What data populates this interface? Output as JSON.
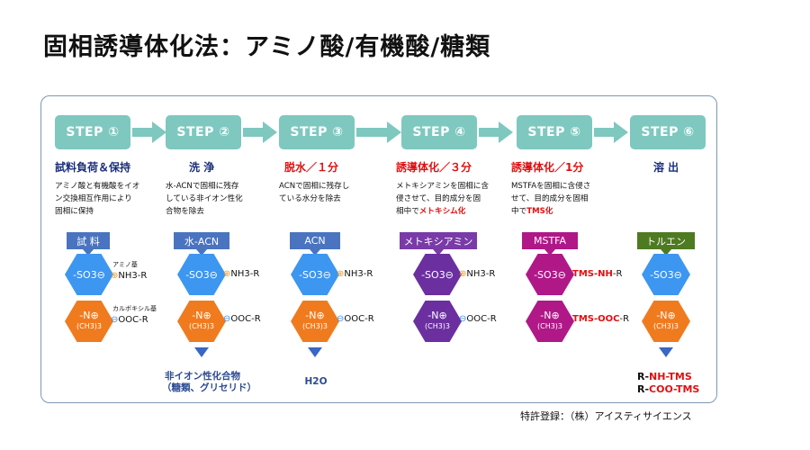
{
  "title": "固相誘導体化法：アミノ酸/有機酸/糖類",
  "footer": "特許登録：（株）アイスティサイエンス",
  "colors": {
    "step_bg": "#7ec8c0",
    "heading_blue": "#1b2f7a",
    "heading_red": "#e01010",
    "hex_blue": "#3d96f0",
    "hex_orange": "#f07b1f",
    "hex_purple": "#6b2fa0",
    "hex_magenta": "#b01888",
    "tag_blue": "#4a74bf",
    "tag_purple": "#7a3aa8",
    "tag_magenta": "#b01888",
    "tag_green": "#4e7a22"
  },
  "steps": [
    {
      "label": "STEP ①",
      "heading": "試料負荷＆保持",
      "desc": [
        "アミノ酸と有機酸をイオ",
        "ン交換相互作用により",
        "固相に保持"
      ],
      "tag": "試 料",
      "hex_top": "-SO3⊖",
      "hex_bot_main": "-N⊕",
      "hex_bot_sub": "(CH3)3",
      "note_top": "アミノ基",
      "label_top_sign": "⊕",
      "label_top": "NH3-R",
      "note_bot": "カルボキシル基",
      "label_bot_sign": "⊖",
      "label_bot": "OOC-R"
    },
    {
      "label": "STEP ②",
      "heading": "洗 浄",
      "desc": [
        "水-ACNで固相に残存",
        "している非イオン性化",
        "合物を除去"
      ],
      "tag": "水-ACN",
      "hex_top": "-SO3⊖",
      "hex_bot_main": "-N⊕",
      "hex_bot_sub": "(CH3)3",
      "label_top_sign": "⊕",
      "label_top": "NH3-R",
      "label_bot_sign": "⊖",
      "label_bot": "OOC-R",
      "result": [
        "非イオン性化合物",
        "（糖類、グリセリド）"
      ]
    },
    {
      "label": "STEP ③",
      "heading": "脱水／１分",
      "desc": [
        "ACNで固相に残存し",
        "ている水分を除去"
      ],
      "tag": "ACN",
      "hex_top": "-SO3⊖",
      "hex_bot_main": "-N⊕",
      "hex_bot_sub": "(CH3)3",
      "label_top_sign": "⊕",
      "label_top": "NH3-R",
      "label_bot_sign": "⊖",
      "label_bot": "OOC-R",
      "result": [
        "H2O"
      ]
    },
    {
      "label": "STEP ④",
      "heading": "誘導体化／３分",
      "desc_pre": [
        "メトキシアミンを固相に含",
        "侵させて、目的成分を固"
      ],
      "desc_last_pre": "相中で",
      "desc_last_hl": "メトキシム化",
      "tag": "メトキシアミン",
      "hex_top": "-SO3⊖",
      "hex_bot_main": "-N⊕",
      "hex_bot_sub": "(CH3)3",
      "label_top_sign": "⊕",
      "label_top": "NH3-R",
      "label_bot_sign": "⊖",
      "label_bot": "OOC-R"
    },
    {
      "label": "STEP ⑤",
      "heading": "誘導体化／1分",
      "desc_pre": [
        "MSTFAを固相に含侵さ",
        "せて、目的成分を固相"
      ],
      "desc_last_pre": "中で",
      "desc_last_hl": "TMS化",
      "tag": "MSTFA",
      "hex_top": "-SO3⊖",
      "hex_bot_main": "-N⊕",
      "hex_bot_sub": "(CH3)3",
      "label_top_red": "TMS-NH",
      "label_top_tail": "-R",
      "label_bot_red": "TMS-OOC",
      "label_bot_tail": "-R"
    },
    {
      "label": "STEP ⑥",
      "heading": "溶 出",
      "tag": "トルエン",
      "hex_top": "-SO3⊖",
      "hex_bot_main": "-N⊕",
      "hex_bot_sub": "(CH3)3",
      "final1_pre": "R-",
      "final1_red": "NH-TMS",
      "final2_pre": "R-",
      "final2_red": "COO-TMS"
    }
  ]
}
